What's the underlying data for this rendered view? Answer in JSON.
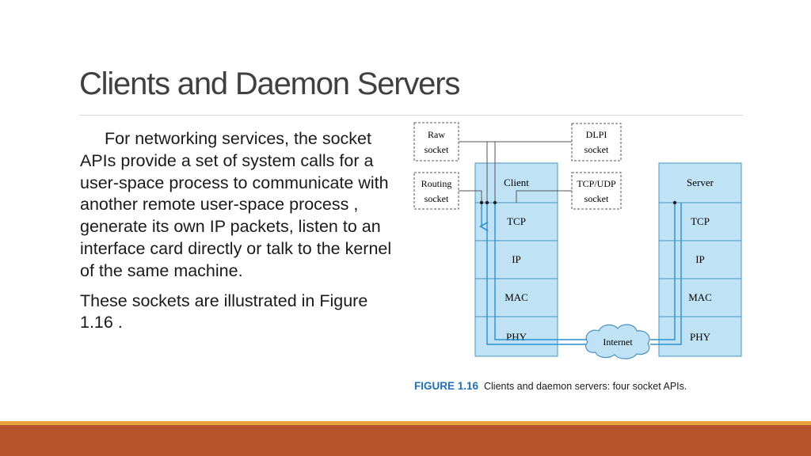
{
  "slide": {
    "title": "Clients and Daemon Servers",
    "paragraph1": "For networking services, the socket APIs provide a set of system calls for a user-space process to communicate with another remote user-space process , generate its own IP packets, listen to an interface card directly or talk to the kernel of the same machine.",
    "paragraph2": "These sockets are illustrated in Figure 1.16 ."
  },
  "figure": {
    "sockets": {
      "raw": [
        "Raw",
        "socket"
      ],
      "routing": [
        "Routing",
        "socket"
      ],
      "dlpi": [
        "DLPI",
        "socket"
      ],
      "tcpudp": [
        "TCP/UDP",
        "socket"
      ]
    },
    "client_stack": [
      "Client",
      "TCP",
      "IP",
      "MAC",
      "PHY"
    ],
    "server_stack": [
      "Server",
      "TCP",
      "IP",
      "MAC",
      "PHY"
    ],
    "cloud_label": "Internet",
    "caption_label": "FIGURE 1.16",
    "caption_text": "Clients and daemon servers: four socket APIs."
  },
  "colors": {
    "title": "#404040",
    "layer_fill": "#bfe3f5",
    "layer_border": "#4a90c0",
    "caption_label": "#1f6fb5",
    "footer_band": "#b5532a",
    "footer_gold": "#e8a23a"
  }
}
